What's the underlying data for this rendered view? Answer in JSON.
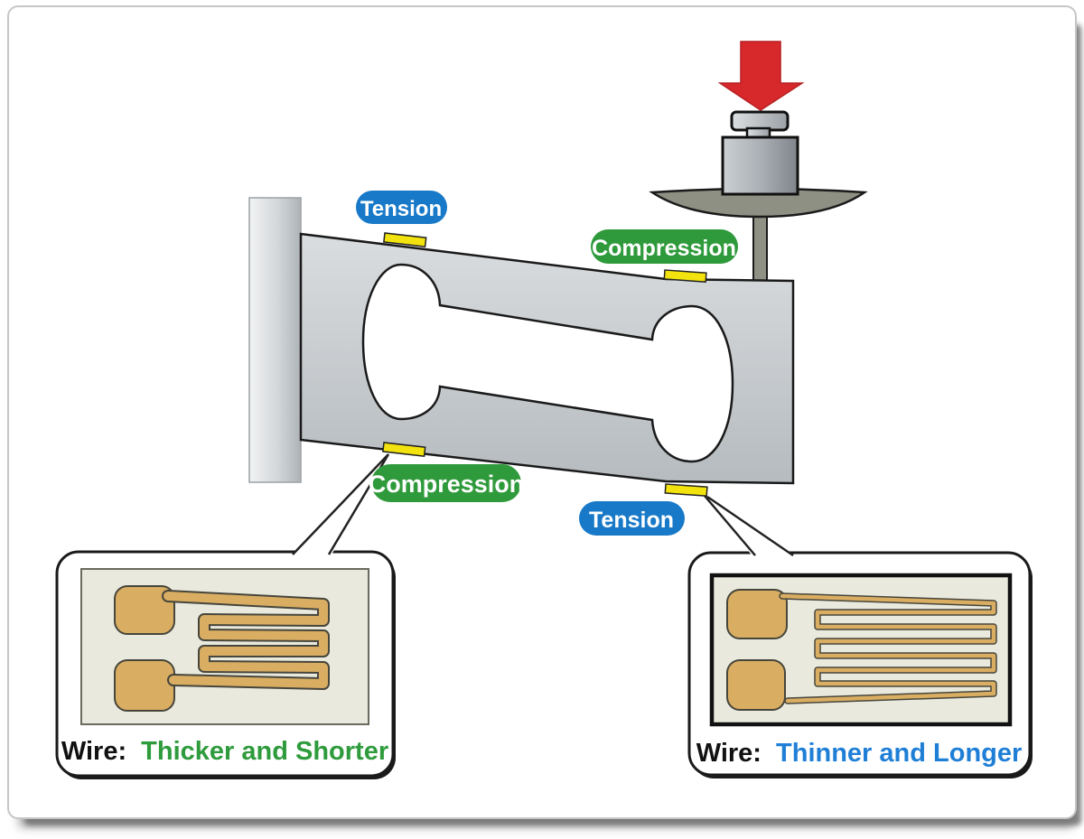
{
  "diagram": {
    "description": "Load cell strain gauge diagram",
    "force_labels": {
      "tension_top": "Tension",
      "compression_top": "Compression",
      "compression_bottom": "Compression",
      "tension_bottom": "Tension"
    },
    "insets": {
      "left": {
        "prefix": "Wire:",
        "desc": "Thicker and Shorter"
      },
      "right": {
        "prefix": "Wire:",
        "desc": "Thinner and Longer"
      }
    },
    "colors": {
      "tension_pill_blue": "#1879c8",
      "compression_pill_green": "#2f9a3b",
      "strain_gauge_yellow": "#f2e20e",
      "force_arrow_red": "#d7282b",
      "wire_gold": "#d9ad62",
      "thicker_text_green": "#2e9b3c",
      "thinner_text_blue": "#1f7fd6",
      "body_gray": "#c9cdd1"
    }
  }
}
